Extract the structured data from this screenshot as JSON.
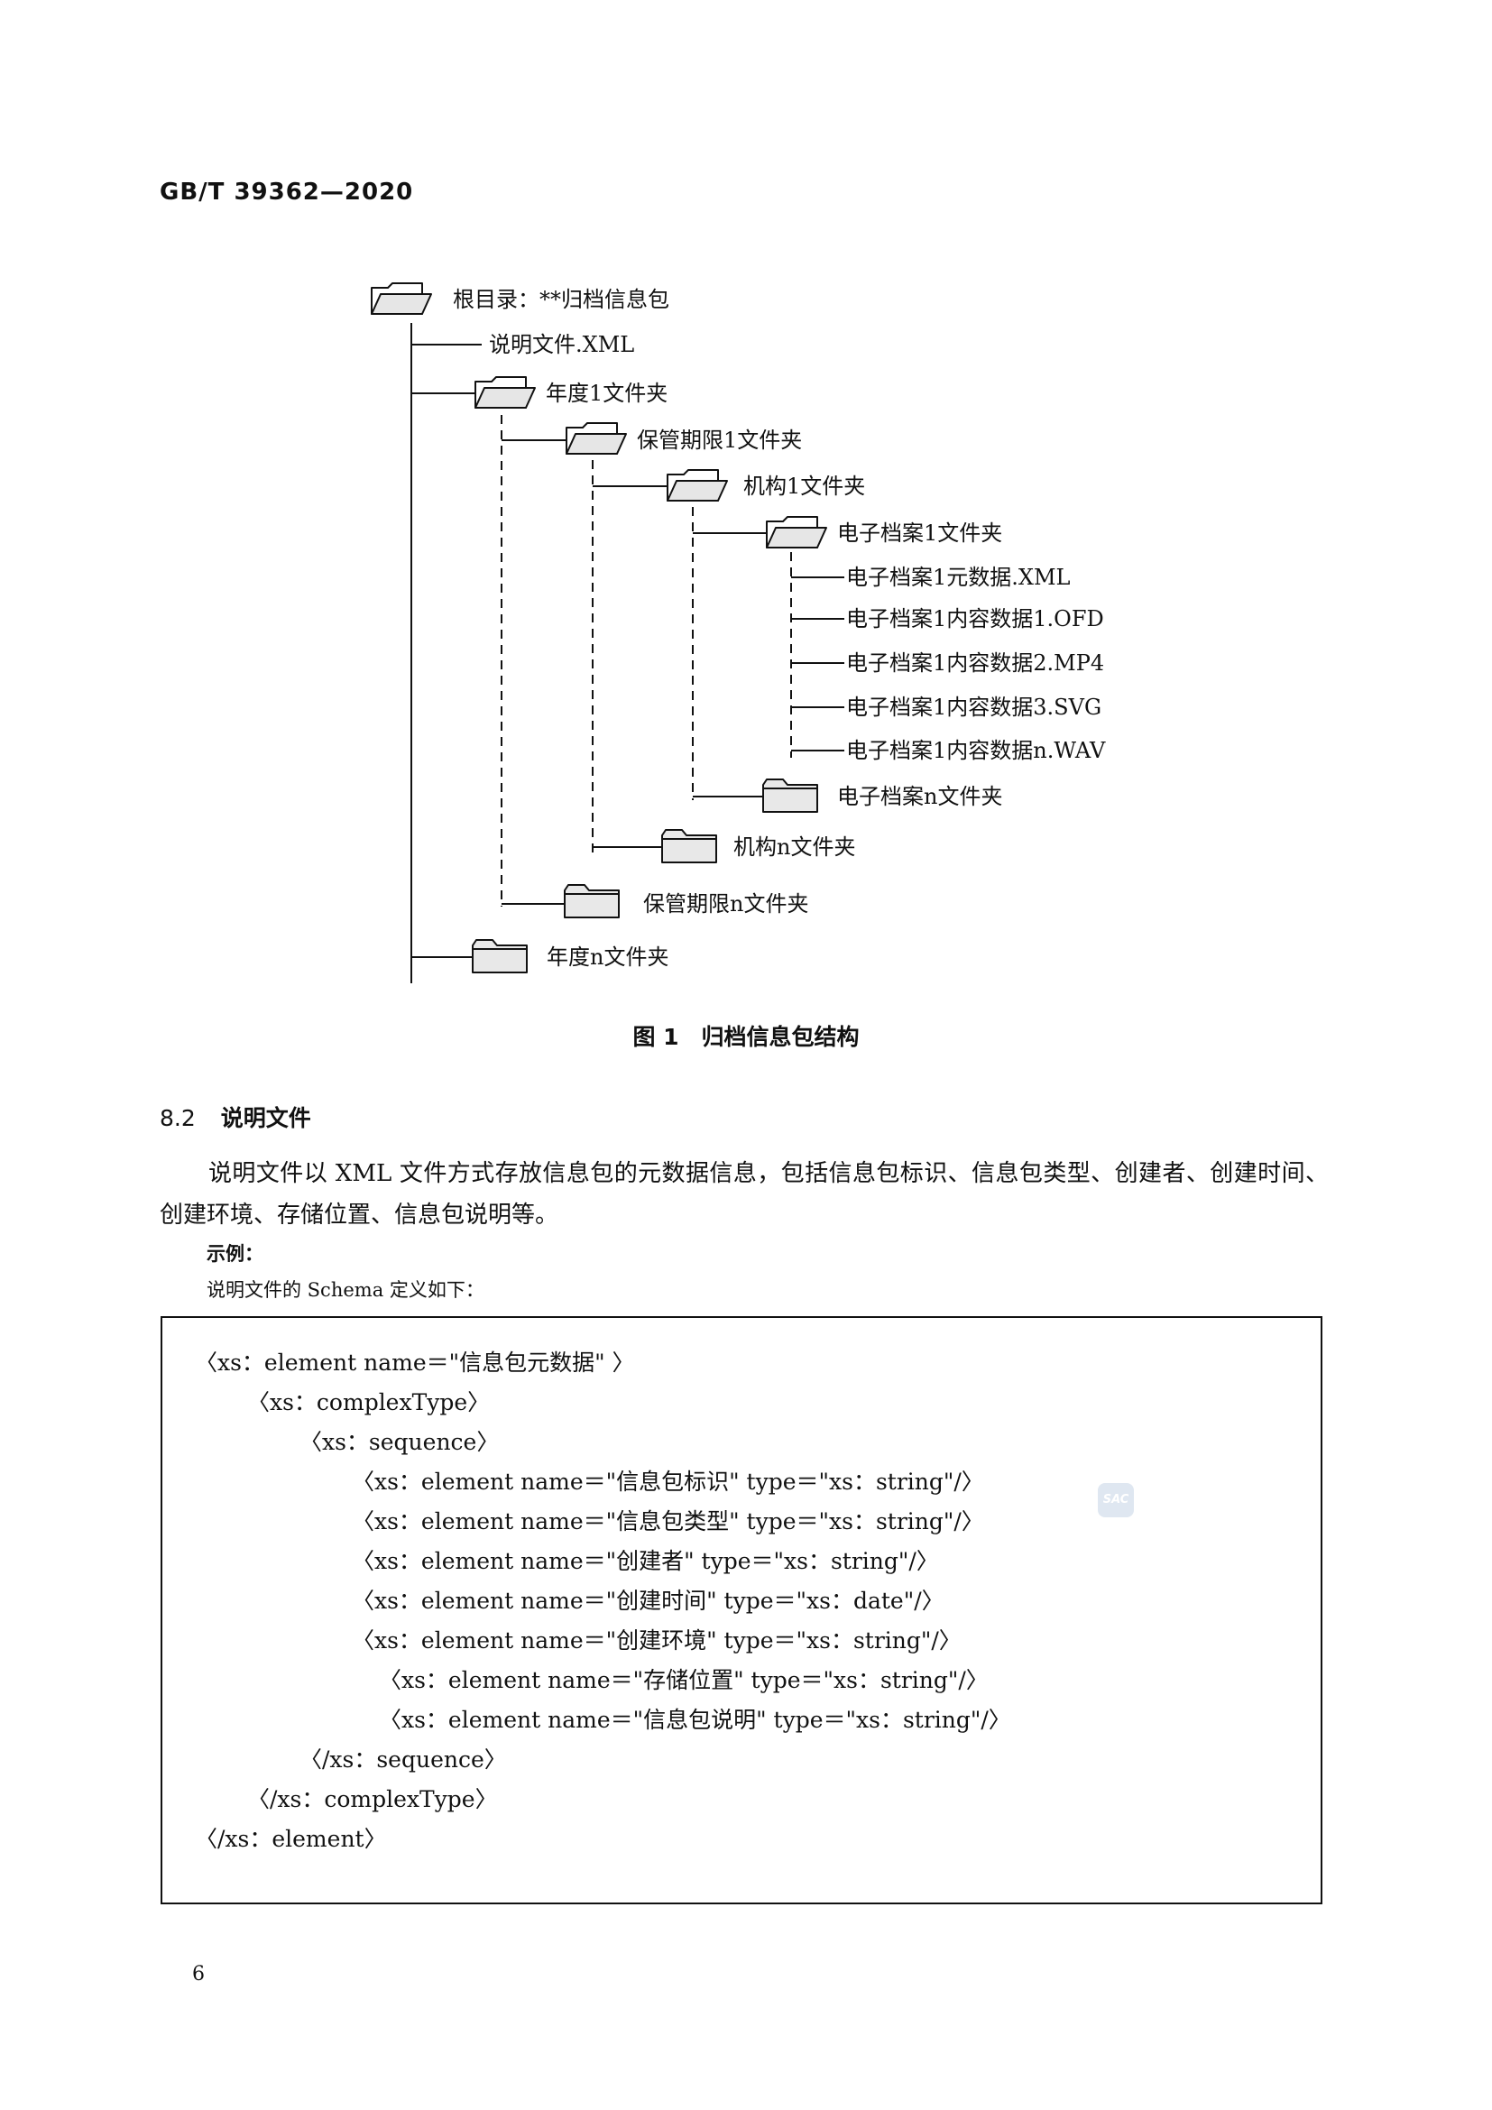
{
  "header": {
    "standard_code": "GB/T 39362—2020"
  },
  "figure": {
    "nodes": [
      {
        "label": "根目录：**归档信息包"
      },
      {
        "label": "说明文件.XML"
      },
      {
        "label": "年度1文件夹"
      },
      {
        "label": "保管期限1文件夹"
      },
      {
        "label": "机构1文件夹"
      },
      {
        "label": "电子档案1文件夹"
      },
      {
        "label": "电子档案1元数据.XML"
      },
      {
        "label": "电子档案1内容数据1.OFD"
      },
      {
        "label": "电子档案1内容数据2.MP4"
      },
      {
        "label": "电子档案1内容数据3.SVG"
      },
      {
        "label": "电子档案1内容数据n.WAV"
      },
      {
        "label": "电子档案n文件夹"
      },
      {
        "label": "机构n文件夹"
      },
      {
        "label": "保管期限n文件夹"
      },
      {
        "label": "年度n文件夹"
      }
    ],
    "caption": "图 1　归档信息包结构"
  },
  "section": {
    "number": "8.2",
    "title": "说明文件",
    "paragraph": "说明文件以 XML 文件方式存放信息包的元数据信息，包括信息包标识、信息包类型、创建者、创建时间、创建环境、存储位置、信息包说明等。",
    "example_label": "示例：",
    "example_text": "说明文件的 Schema 定义如下："
  },
  "code": {
    "lines": [
      "〈xs：element name＝\"信息包元数据\" 〉",
      "〈xs：complexType〉",
      "〈xs：sequence〉",
      "〈xs：element name＝\"信息包标识\" type＝\"xs：string\"/〉",
      "〈xs：element name＝\"信息包类型\" type＝\"xs：string\"/〉",
      "〈xs：element name＝\"创建者\" type＝\"xs：string\"/〉",
      "〈xs：element name＝\"创建时间\" type＝\"xs：date\"/〉",
      "〈xs：element name＝\"创建环境\" type＝\"xs：string\"/〉",
      "〈xs：element name＝\"存储位置\" type＝\"xs：string\"/〉",
      "〈xs：element name＝\"信息包说明\" type＝\"xs：string\"/〉",
      "〈/xs：sequence〉",
      "〈/xs：complexType〉",
      "〈/xs：element〉"
    ]
  },
  "watermark": {
    "text": "SAC"
  },
  "page_number": "6"
}
